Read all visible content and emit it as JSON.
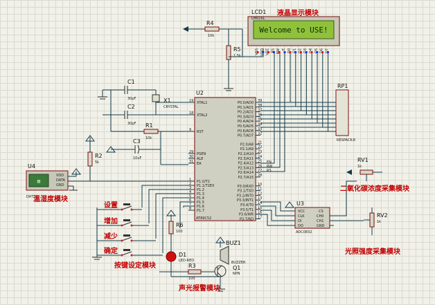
{
  "lcd": {
    "ref": "LCD1",
    "model": "LM016L",
    "display_text": "Welcome to USE!",
    "module_label": "液晶显示模块",
    "pins": [
      "VSS",
      "VDD",
      "VEE",
      "RS",
      "RW",
      "E",
      "D0",
      "D1",
      "D2",
      "D3",
      "D4",
      "D5",
      "D6",
      "D7"
    ]
  },
  "r4": {
    "ref": "R4",
    "value": "10k"
  },
  "r5": {
    "ref": "R5",
    "value": "1.5k"
  },
  "c1": {
    "ref": "C1",
    "value": "30pF"
  },
  "c2": {
    "ref": "C2",
    "value": "30pF"
  },
  "c3": {
    "ref": "C3",
    "value": "10uF"
  },
  "x1": {
    "ref": "X1",
    "value": "CRYSTAL"
  },
  "r1": {
    "ref": "R1",
    "value": "10k"
  },
  "r2": {
    "ref": "R2",
    "value": "5k"
  },
  "u2": {
    "ref": "U2",
    "model": "AT89C52",
    "left_pins": [
      {
        "num": "19",
        "name": "XTAL1"
      },
      {
        "num": "18",
        "name": "XTAL2"
      },
      {
        "num": "9",
        "name": "RST"
      },
      {
        "num": "29",
        "name": "PSEN"
      },
      {
        "num": "30",
        "name": "ALE"
      },
      {
        "num": "31",
        "name": "EA"
      },
      {
        "num": "1",
        "name": "P1.0/T2"
      },
      {
        "num": "2",
        "name": "P1.1/T2EX"
      },
      {
        "num": "3",
        "name": "P1.2"
      },
      {
        "num": "4",
        "name": "P1.3"
      },
      {
        "num": "5",
        "name": "P1.4"
      },
      {
        "num": "6",
        "name": "P1.5"
      },
      {
        "num": "7",
        "name": "P1.6"
      },
      {
        "num": "8",
        "name": "P1.7"
      }
    ],
    "right_pins": [
      {
        "num": "39",
        "name": "P0.0/AD0"
      },
      {
        "num": "38",
        "name": "P0.1/AD1"
      },
      {
        "num": "37",
        "name": "P0.2/AD2"
      },
      {
        "num": "36",
        "name": "P0.3/AD3"
      },
      {
        "num": "35",
        "name": "P0.4/AD4"
      },
      {
        "num": "34",
        "name": "P0.5/AD5"
      },
      {
        "num": "33",
        "name": "P0.6/AD6"
      },
      {
        "num": "32",
        "name": "P0.7/AD7"
      },
      {
        "num": "21",
        "name": "P2.0/A8"
      },
      {
        "num": "22",
        "name": "P2.1/A9"
      },
      {
        "num": "23",
        "name": "P2.2/A10"
      },
      {
        "num": "24",
        "name": "P2.3/A11"
      },
      {
        "num": "25",
        "name": "P2.4/A12"
      },
      {
        "num": "26",
        "name": "P2.5/A13"
      },
      {
        "num": "27",
        "name": "P2.6/A14"
      },
      {
        "num": "28",
        "name": "P2.7/A15"
      },
      {
        "num": "10",
        "name": "P3.0/RXD"
      },
      {
        "num": "11",
        "name": "P3.1/TXD"
      },
      {
        "num": "12",
        "name": "P3.2/INT0"
      },
      {
        "num": "13",
        "name": "P3.3/INT1"
      },
      {
        "num": "14",
        "name": "P3.4/T0"
      },
      {
        "num": "15",
        "name": "P3.5/T1"
      },
      {
        "num": "16",
        "name": "P3.6/WR"
      },
      {
        "num": "17",
        "name": "P3.7/RD"
      }
    ]
  },
  "lcd_ctrl_labels": [
    "EN",
    "RW",
    "RS"
  ],
  "rp1": {
    "ref": "RP1",
    "model": "RESPACK-8"
  },
  "u4": {
    "ref": "U4",
    "pins": [
      "VDD",
      "DATA",
      "GND"
    ],
    "model": "DHT11",
    "module_label": "温湿度模块"
  },
  "rv1": {
    "ref": "RV1",
    "value": "1k",
    "module_label": "二氧化碳浓度采集模块"
  },
  "rv2": {
    "ref": "RV2",
    "value": "1k",
    "module_label": "光照强度采集模块"
  },
  "u3": {
    "ref": "U3",
    "model": "ADC0832",
    "left_pins": [
      "VCC",
      "CLK",
      "DI",
      "DO"
    ],
    "right_pins": [
      "CS",
      "CH0",
      "CH1",
      "GND"
    ]
  },
  "buttons": {
    "items": [
      "设置",
      "增加",
      "减少",
      "确定"
    ],
    "module_label": "按键设定模块"
  },
  "r6": {
    "ref": "R6",
    "value": "100"
  },
  "d1": {
    "ref": "D1",
    "model": "LED-RED"
  },
  "r3": {
    "ref": "R3",
    "value": "100"
  },
  "buz1": {
    "ref": "BUZ1",
    "model": "BUZZER"
  },
  "q1": {
    "ref": "Q1",
    "model": "NPN"
  },
  "alarm_label": "声光报警模块"
}
